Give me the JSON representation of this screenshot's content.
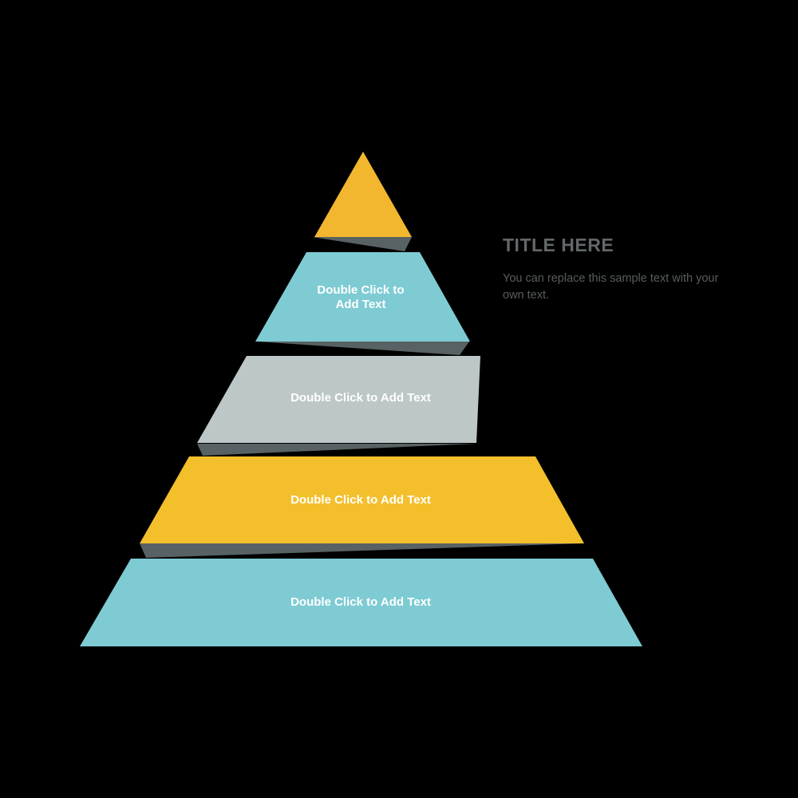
{
  "canvas": {
    "background_color": "#000000"
  },
  "pyramid": {
    "shadow_color": "#586163",
    "label_color": "#FFFFFF",
    "tiers": [
      {
        "id": "tier-1",
        "color": "#F2B72E",
        "label": ""
      },
      {
        "id": "tier-2",
        "color": "#7ECBD3",
        "label": "Double Click to Add Text",
        "label_line1": "Double Click to",
        "label_line2": "Add Text"
      },
      {
        "id": "tier-3",
        "color": "#BEC7C7",
        "label": "Double Click to Add Text"
      },
      {
        "id": "tier-4",
        "color": "#F3BF2B",
        "label": "Double Click to Add Text"
      },
      {
        "id": "tier-5",
        "color": "#7ECBD3",
        "label": "Double Click to Add Text"
      }
    ]
  },
  "annotation": {
    "title": "TITLE HERE",
    "title_color": "#626869",
    "body": "You can replace this sample text with your own text.",
    "body_color": "#575D5F"
  }
}
